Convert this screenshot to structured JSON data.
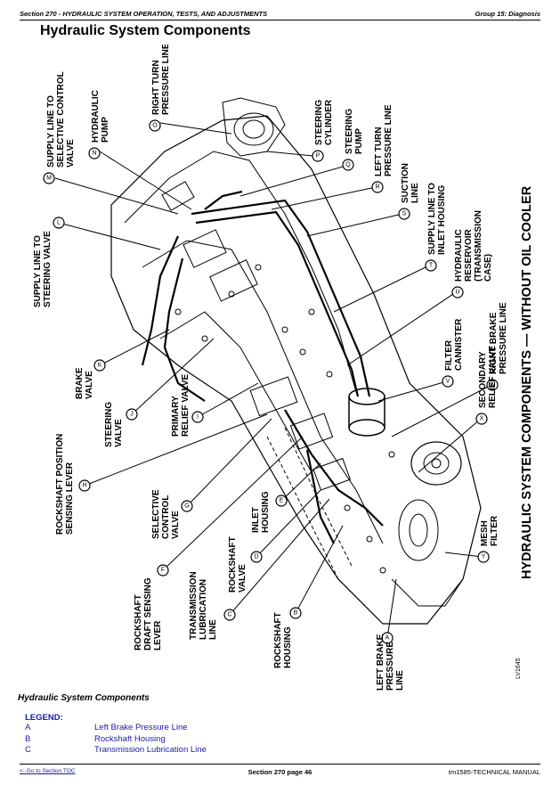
{
  "header": {
    "section": "Section 270 - HYDRAULIC SYSTEM OPERATION, TESTS, AND ADJUSTMENTS",
    "group": "Group 15: Diagnosis"
  },
  "page_title": "Hydraulic System Components",
  "figure": {
    "side_title": "HYDRAULIC SYSTEM COMPONENTS — WITHOUT OIL COOLER",
    "figure_id": "LV1645",
    "callouts": [
      {
        "letter": "A",
        "text": "LEFT BRAKE PRESSURE LINE"
      },
      {
        "letter": "B",
        "text": "ROCKSHAFT HOUSING"
      },
      {
        "letter": "C",
        "text": "TRANSMISSION LUBRICATION LINE"
      },
      {
        "letter": "D",
        "text": "ROCKSHAFT VALVE"
      },
      {
        "letter": "E",
        "text": "INLET HOUSING"
      },
      {
        "letter": "F",
        "text": "ROCKSHAFT DRAFT SENSING LEVER"
      },
      {
        "letter": "G",
        "text": "SELECTIVE CONTROL VALVE"
      },
      {
        "letter": "H",
        "text": "ROCKSHAFT POSITION SENSING LEVER"
      },
      {
        "letter": "I",
        "text": "PRIMARY RELIEF VALVE"
      },
      {
        "letter": "J",
        "text": "STEERING VALVE"
      },
      {
        "letter": "K",
        "text": "BRAKE VALVE"
      },
      {
        "letter": "L",
        "text": "SUPPLY LINE TO STEERING VALVE"
      },
      {
        "letter": "M",
        "text": "SUPPLY LINE TO SELECTIVE CONTROL VALVE"
      },
      {
        "letter": "N",
        "text": "HYDRAULIC PUMP"
      },
      {
        "letter": "O",
        "text": "RIGHT TURN PRESSURE LINE"
      },
      {
        "letter": "P",
        "text": "STEERING CYLINDER"
      },
      {
        "letter": "Q",
        "text": "STEERING PUMP"
      },
      {
        "letter": "R",
        "text": "LEFT TURN PRESSURE LINE"
      },
      {
        "letter": "S",
        "text": "SUCTION LINE"
      },
      {
        "letter": "T",
        "text": "SUPPLY LINE TO INLET HOUSING"
      },
      {
        "letter": "U",
        "text": "HYDRAULIC RESERVOIR (TRANSMISSION CASE)"
      },
      {
        "letter": "V",
        "text": "FILTER CANNISTER"
      },
      {
        "letter": "W",
        "text": "RIGHT BRAKE PRESSURE LINE"
      },
      {
        "letter": "X",
        "text": "SECONDARY RELIEF VALVE"
      },
      {
        "letter": "Y",
        "text": "MESH FILTER"
      }
    ]
  },
  "caption": "Hydraulic System Components",
  "legend": {
    "title": "LEGEND:",
    "items": [
      {
        "key": "A",
        "value": "Left Brake Pressure Line"
      },
      {
        "key": "B",
        "value": "Rockshaft Housing"
      },
      {
        "key": "C",
        "value": "Transmission Lubrication Line"
      }
    ]
  },
  "footer": {
    "toc_link": "<- Go to Section TOC",
    "page": "Section 270 page 46",
    "manual": "tm1585-TECHNICAL MANUAL"
  }
}
